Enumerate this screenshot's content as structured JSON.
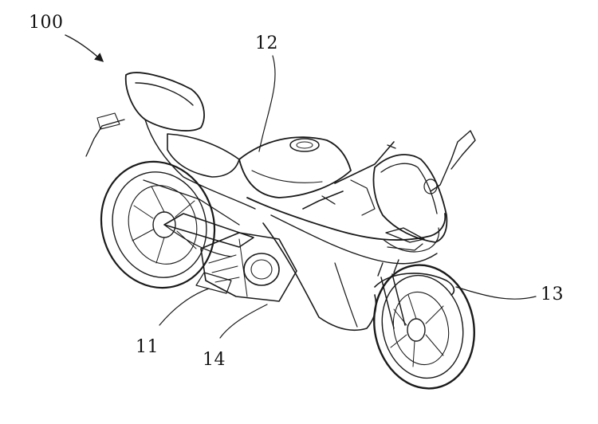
{
  "figure": {
    "labels": {
      "assembly": "100",
      "engine": "11",
      "fuel_tank": "12",
      "front_wheel": "13",
      "frame": "14"
    },
    "ink_color": "#1a1a1a",
    "background_color": "#ffffff"
  }
}
